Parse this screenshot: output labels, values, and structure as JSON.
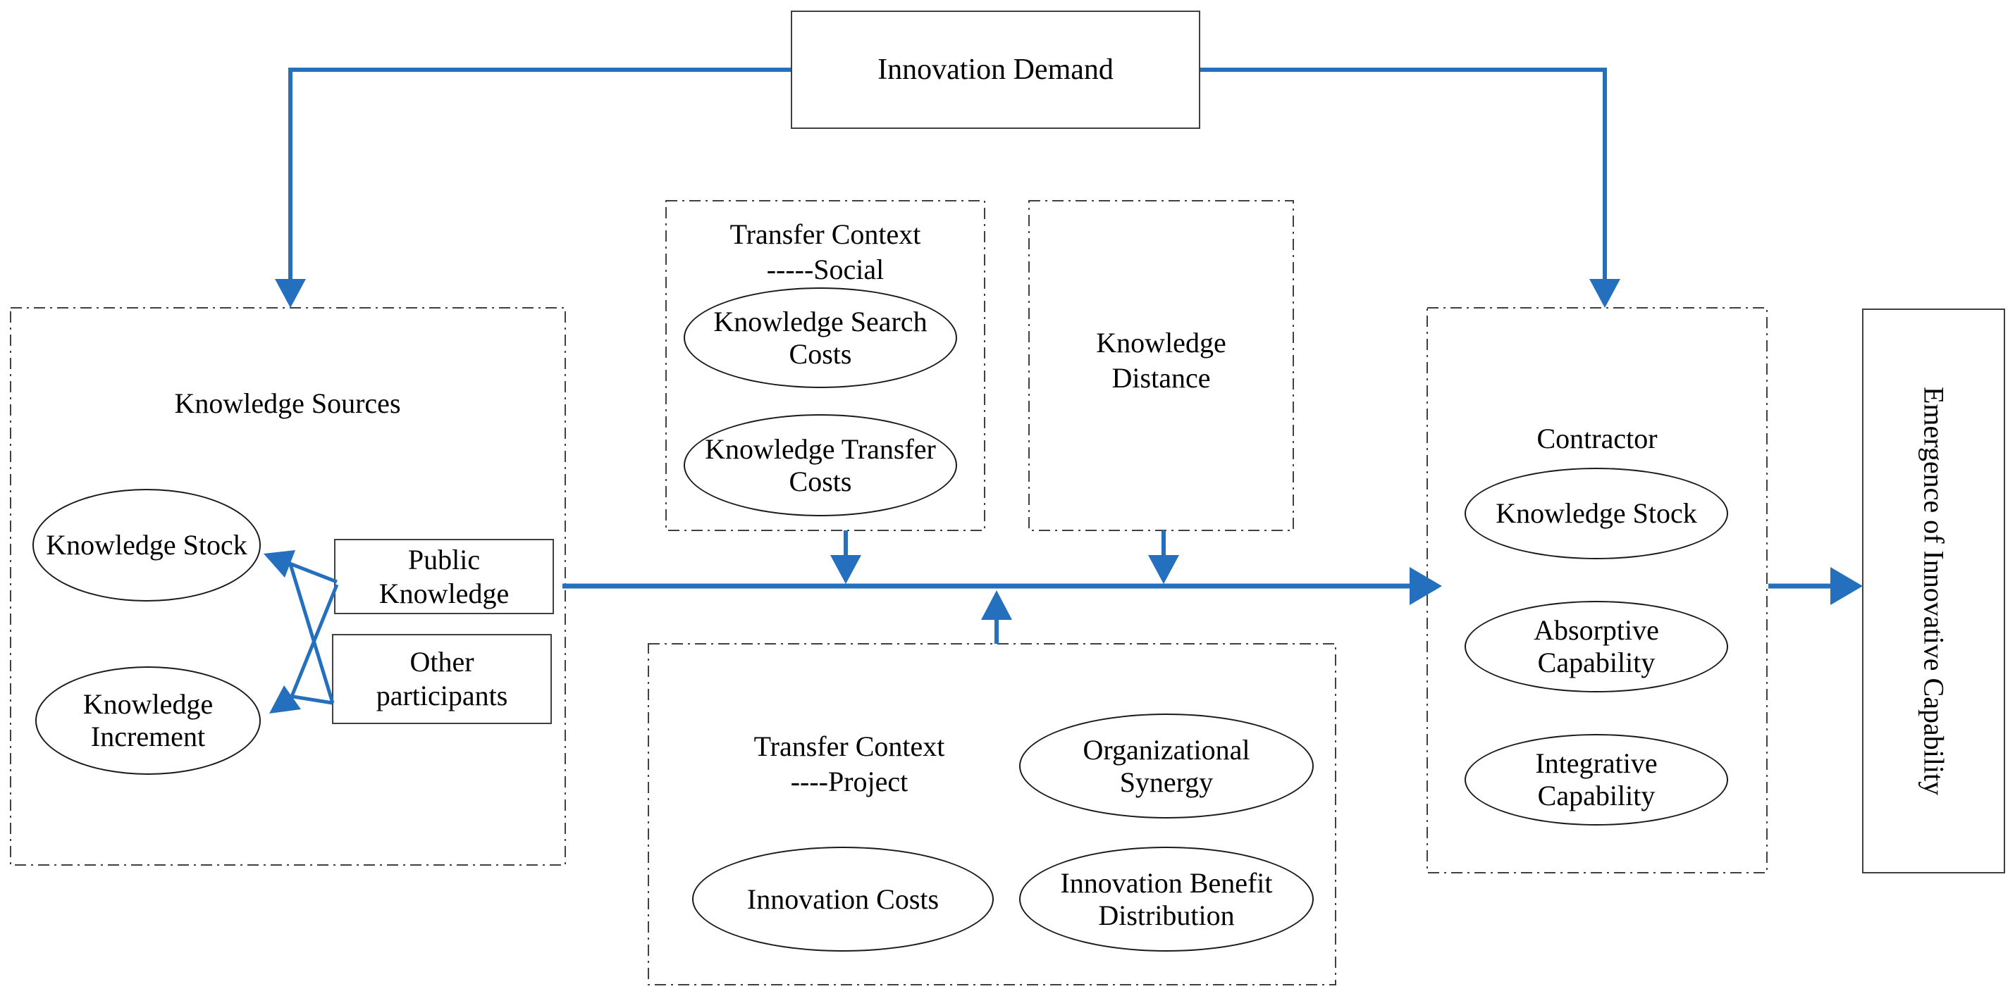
{
  "diagram": {
    "innovation_demand": "Innovation Demand",
    "knowledge_sources": {
      "title": "Knowledge Sources",
      "knowledge_stock": "Knowledge Stock",
      "knowledge_increment": "Knowledge\nIncrement",
      "public_knowledge": "Public\nKnowledge",
      "other_participants": "Other\nparticipants"
    },
    "transfer_context_social": {
      "title": "Transfer Context\n-----Social",
      "knowledge_search_costs": "Knowledge Search\nCosts",
      "knowledge_transfer_costs": "Knowledge Transfer\nCosts"
    },
    "knowledge_distance": "Knowledge\nDistance",
    "transfer_context_project": {
      "title": "Transfer Context\n----Project",
      "organizational_synergy": "Organizational\nSynergy",
      "innovation_costs": "Innovation Costs",
      "innovation_benefit_distribution": "Innovation Benefit\nDistribution"
    },
    "contractor": {
      "title": "Contractor",
      "knowledge_stock": "Knowledge Stock",
      "absorptive_capability": "Absorptive\nCapability",
      "integrative_capability": "Integrative\nCapability"
    },
    "emergence_of_innovative_capability": "Emergence of Innovative Capability",
    "colors": {
      "arrow_blue": "#2470BE",
      "box_border": "#404040",
      "ellipse_border": "#1a1a1a"
    }
  }
}
